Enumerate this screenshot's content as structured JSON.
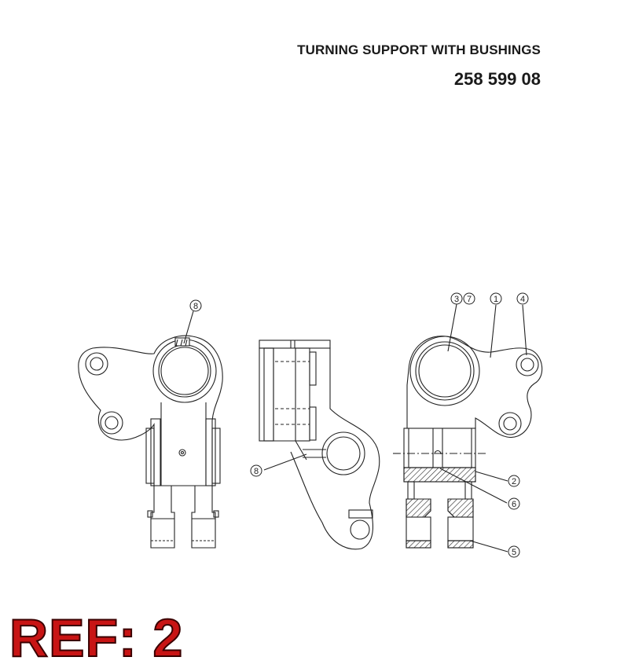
{
  "header": {
    "title": "TURNING SUPPORT WITH BUSHINGS",
    "part_number": "258 599 08"
  },
  "callouts": {
    "c8_left": "8",
    "c8_middle": "8",
    "c3": "3",
    "c7": "7",
    "c1": "1",
    "c4": "4",
    "c2": "2",
    "c6": "6",
    "c5": "5"
  },
  "ref_label": "REF: 2",
  "colors": {
    "ref": "#c81414",
    "line": "#222222"
  }
}
